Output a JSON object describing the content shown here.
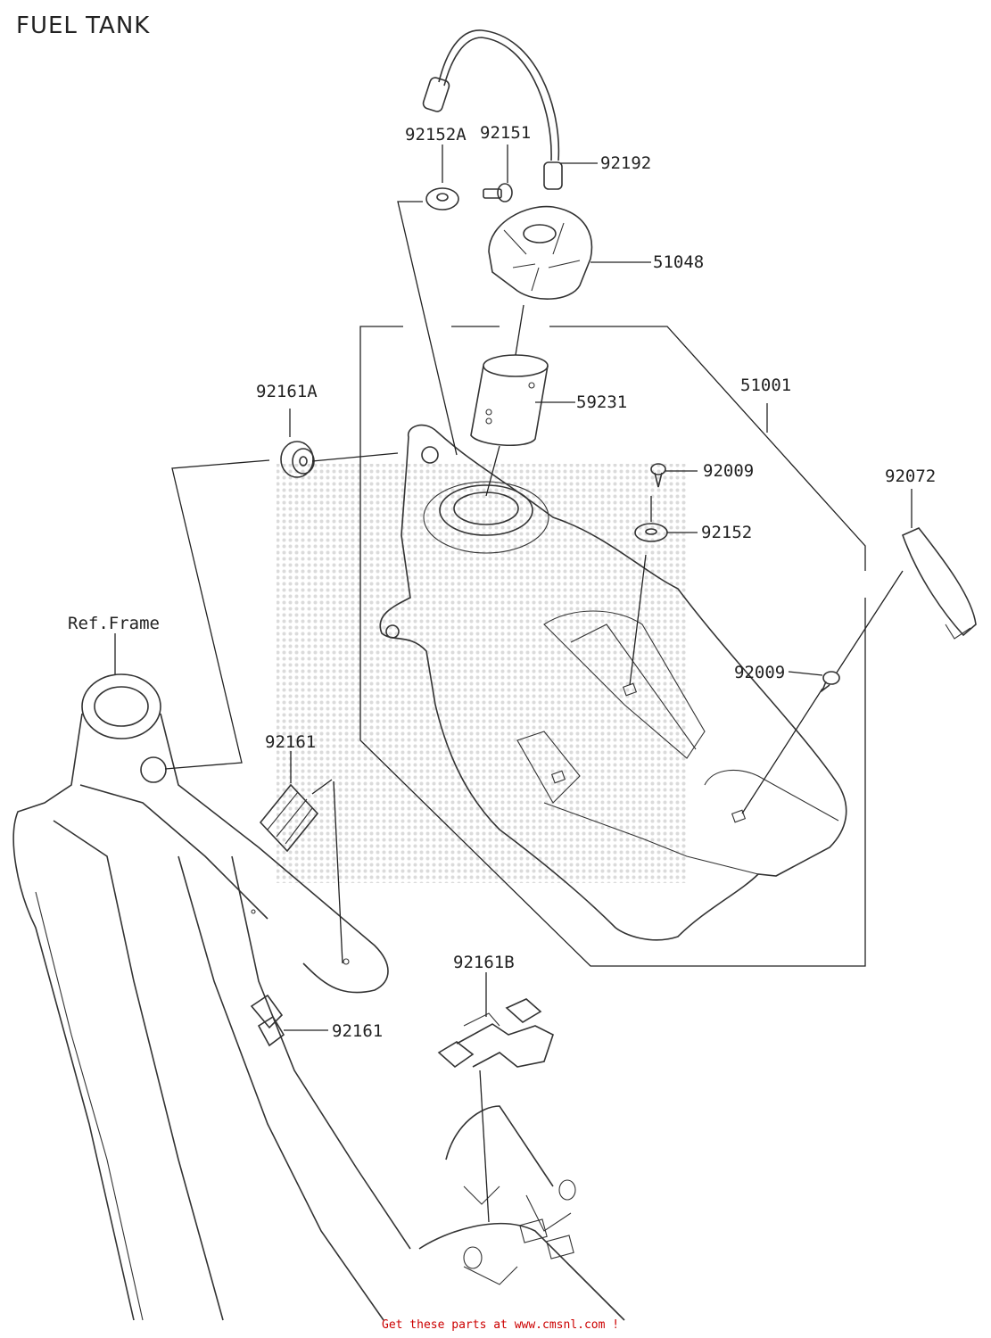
{
  "title": "FUEL TANK",
  "ref_label": "Ref.Frame",
  "parts": {
    "p92152A": "92152A",
    "p92151": "92151",
    "p92192": "92192",
    "p51048": "51048",
    "p59231": "59231",
    "p51001": "51001",
    "p92161A": "92161A",
    "p92009_top": "92009",
    "p92152": "92152",
    "p92072": "92072",
    "p92009_side": "92009",
    "p92161_upper": "92161",
    "p92161B": "92161B",
    "p92161_lower": "92161"
  },
  "footer": "Get these parts at www.cmsnl.com !",
  "colors": {
    "line": "#333333",
    "footer_text": "#cc0000",
    "watermark": "#c9c9c9"
  }
}
